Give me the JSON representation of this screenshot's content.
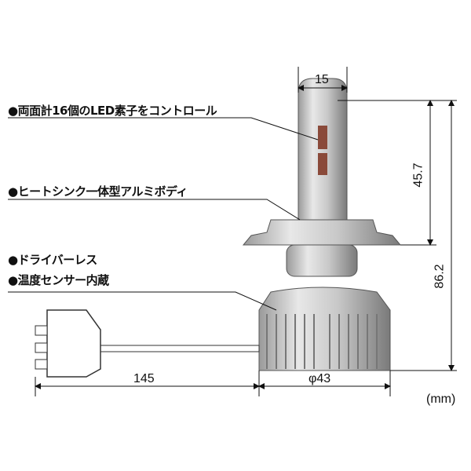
{
  "features": [
    "●両面計16個のLED素子をコントロール",
    "●ヒートシンク一体型アルミボディ",
    "●ドライバーレス",
    "●温度センサー内蔵"
  ],
  "dimensions": {
    "top_width": "15",
    "led_height": "45.7",
    "total_height": "86.2",
    "cable_length": "145",
    "diameter": "φ43",
    "unit": "(mm)"
  }
}
